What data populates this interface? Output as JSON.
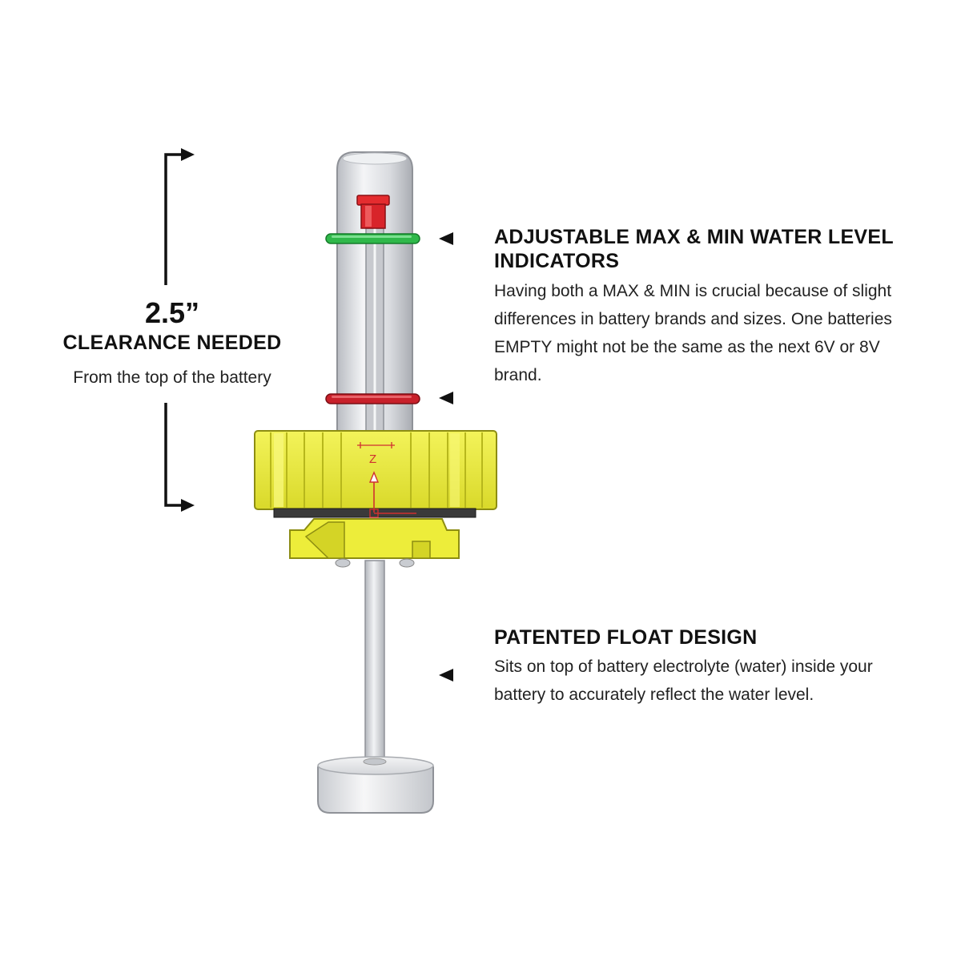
{
  "clearance": {
    "value": "2.5”",
    "label": "CLEARANCE NEEDED",
    "note": "From the top of the battery"
  },
  "callouts": [
    {
      "title": "ADJUSTABLE MAX & MIN WATER LEVEL INDICATORS",
      "body": "Having both a MAX & MIN is crucial because of slight differences in battery brands and sizes. One batteries EMPTY might not be the same as the next 6V or 8V brand."
    },
    {
      "title": "PATENTED FLOAT DESIGN",
      "body": "Sits on top of battery electrolyte (water) inside your battery to accurately reflect the water level."
    }
  ],
  "axis_label": "Z",
  "colors": {
    "max_ring": "#2fb84a",
    "min_ring": "#c8202a",
    "cap_body": "#eded3a",
    "cap_shadow": "#c9c924",
    "indicator_cap": "#d8242a",
    "tube": "#d7d9dd",
    "text": "#111111"
  }
}
